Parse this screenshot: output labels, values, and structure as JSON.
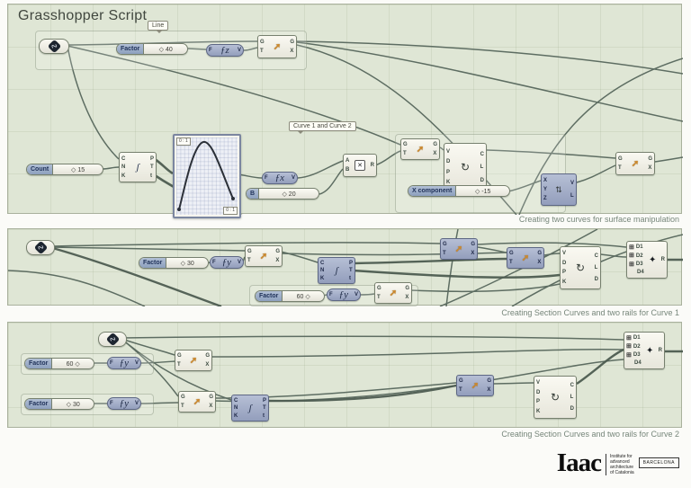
{
  "title": "Grasshopper Script",
  "groups": {
    "line": "Line",
    "curves": "Curve 1 and Curve 2"
  },
  "captions": {
    "c1": "Creating two curves for surface manipulation",
    "c2": "Creating Section Curves and two rails for Curve 1",
    "c3": "Creating Section Curves and two rails for Curve 2"
  },
  "colors": {
    "canvas": "#dfe6d5",
    "wire": "#57675c",
    "selected_blue": "#9aa5c2",
    "move_arrow": "#cf8a2b"
  },
  "ports": {
    "move": {
      "i0": "G",
      "i1": "T",
      "o0": "G",
      "o1": "X"
    },
    "divide": {
      "i0": "C",
      "i1": "N",
      "i2": "K",
      "o0": "P",
      "o1": "T",
      "o2": "t"
    },
    "interp": {
      "i0": "V",
      "i1": "D",
      "i2": "P",
      "i3": "K",
      "o0": "C",
      "o1": "L",
      "o2": "D"
    },
    "mult": {
      "i0": "A",
      "i1": "B",
      "o0": "R"
    },
    "vec": {
      "i0": "X",
      "i1": "Y",
      "i2": "Z",
      "o0": "V",
      "o1": "L"
    },
    "expr": {
      "i0": "F",
      "o0": "V"
    },
    "merge": {
      "i0": "D1",
      "i1": "D2",
      "i2": "D3",
      "i3": "D4",
      "o0": "R"
    }
  },
  "icons": {
    "move": "➚",
    "divide": "ʃ",
    "interp": "↻",
    "mult": "✕",
    "vec": "⇅",
    "merge": "✦",
    "param": "∿",
    "plusbox": "⊞",
    "expr_z": "ƒz",
    "expr_x": "ƒx",
    "expr_y": "ƒy"
  },
  "graph": {
    "range_tl": "0 : 1",
    "range_br": "0 : 1"
  },
  "sliders": {
    "factor40": {
      "label": "Factor",
      "value": "◇ 40"
    },
    "count15": {
      "label": "Count",
      "value": "◇ 15"
    },
    "b20": {
      "label": "B",
      "value": "◇ 20"
    },
    "xcomp15": {
      "label": "X component",
      "value": "◇ -15"
    },
    "factor30_p2": {
      "label": "Factor",
      "value": "◇ 30"
    },
    "factor60_p2": {
      "label": "Factor",
      "value": "60 ◇"
    },
    "factor60_p3": {
      "label": "Factor",
      "value": "60 ◇"
    },
    "factor30_p3": {
      "label": "Factor",
      "value": "◇ 30"
    }
  },
  "logo": {
    "brand": "Iaac",
    "line1": "Institute for",
    "line2": "advanced",
    "line3": "architecture",
    "line4": "of Catalonia",
    "city": "BARCELONA"
  }
}
